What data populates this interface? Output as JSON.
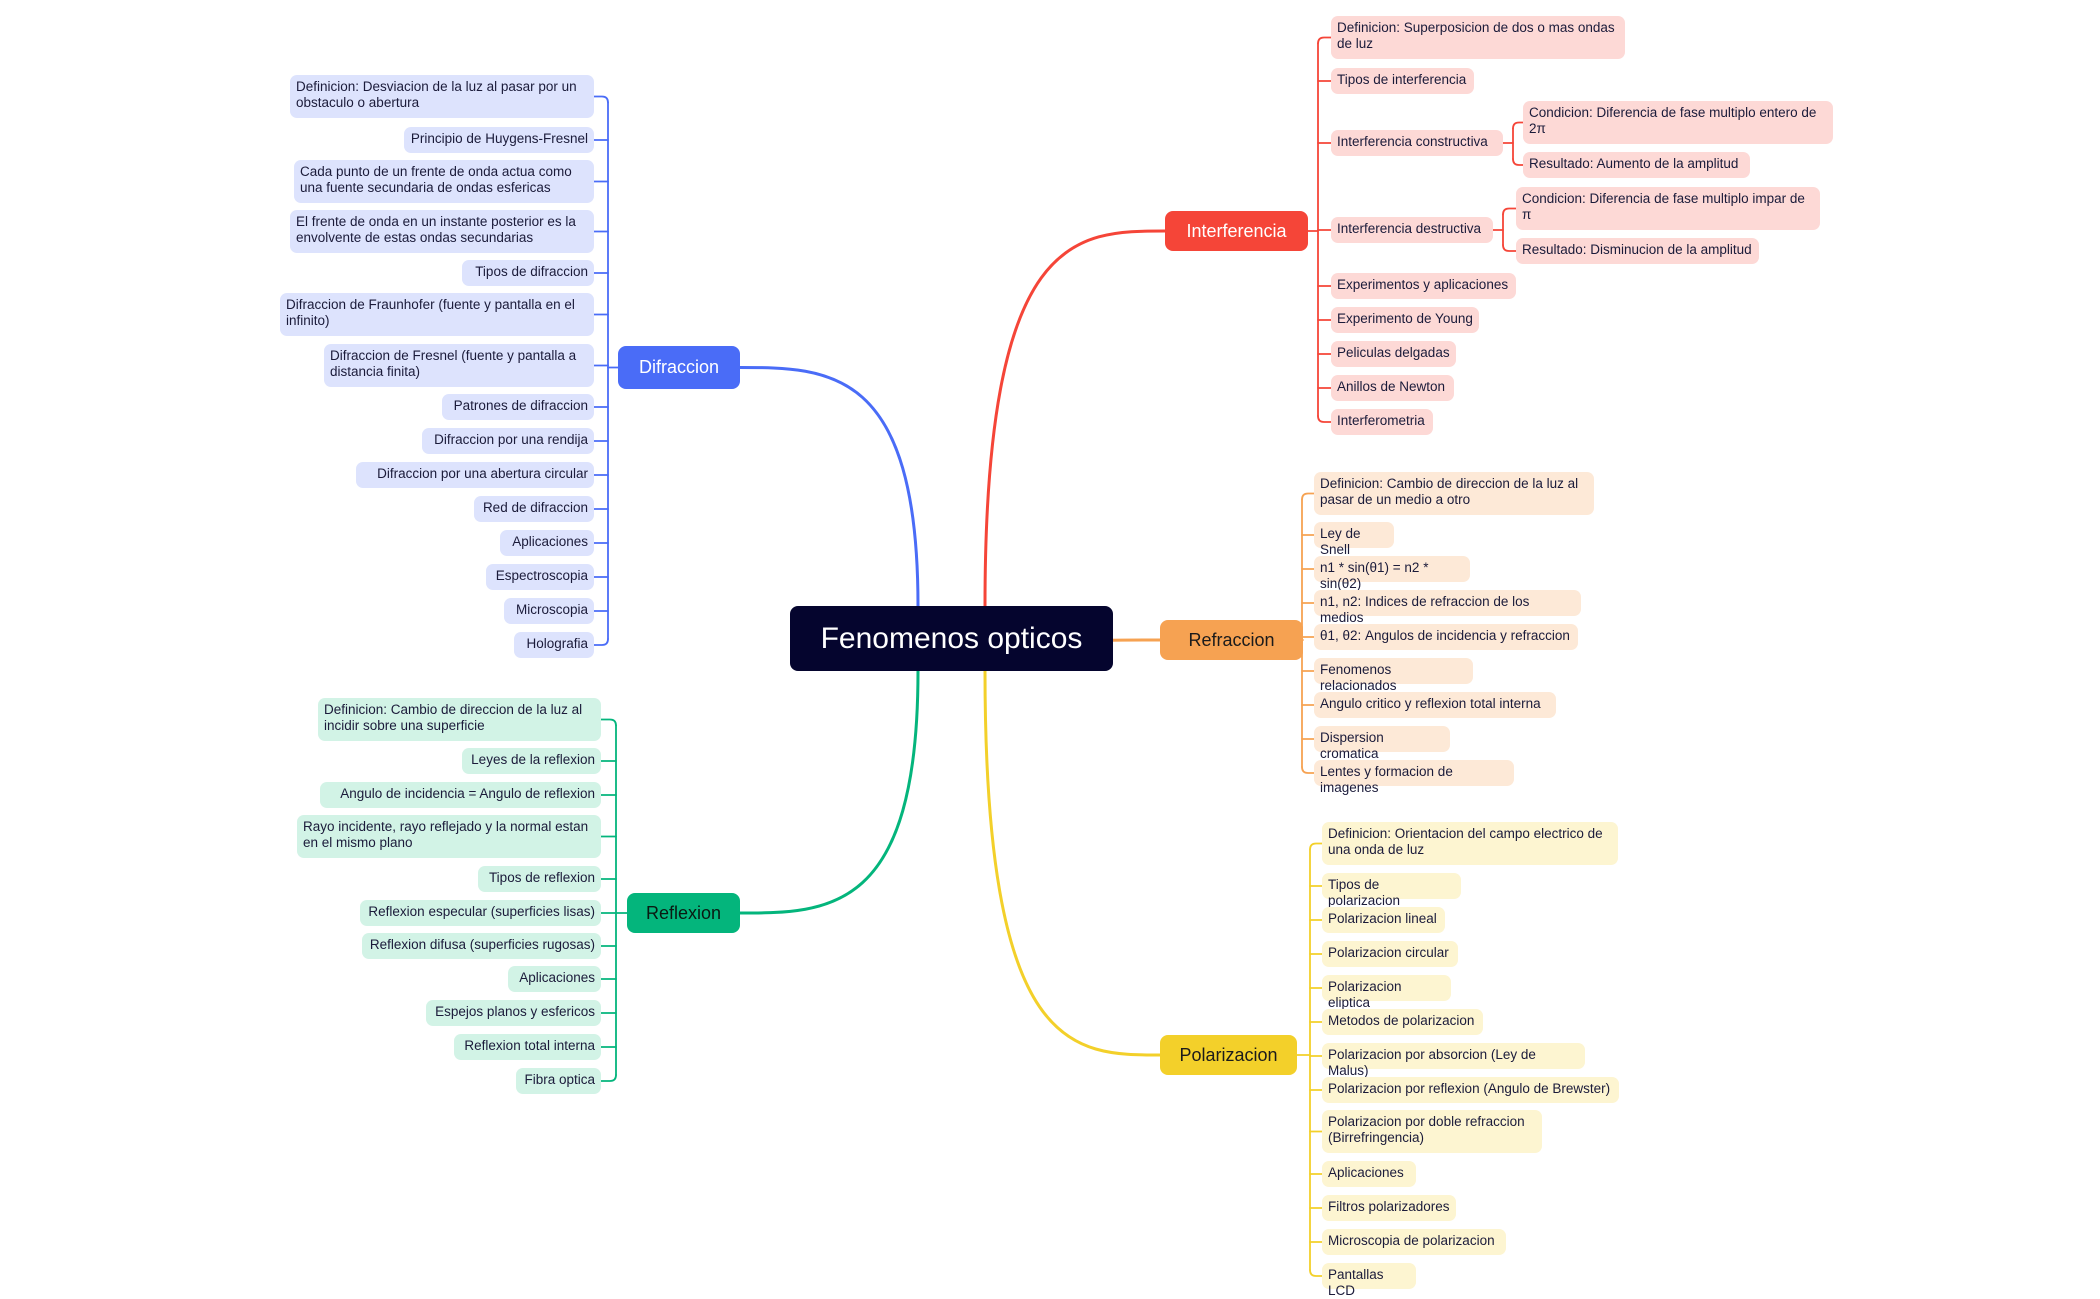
{
  "root": {
    "label": "Fenomenos opticos"
  },
  "colors": {
    "Difraccion": {
      "branch": "#4a6cf7",
      "fill": "#dde3fd",
      "text": "#ffffff"
    },
    "Reflexion": {
      "branch": "#04b57c",
      "fill": "#d2f3e6",
      "text": "#0a1a12"
    },
    "Interferencia": {
      "branch": "#f54538",
      "fill": "#fdd9d6",
      "text": "#ffffff"
    },
    "Refraccion": {
      "branch": "#f6a252",
      "fill": "#fde9d7",
      "text": "#1b1b1b"
    },
    "Polarizacion": {
      "branch": "#f3d02a",
      "fill": "#fdf5d1",
      "text": "#1b1b1b"
    }
  },
  "branches": [
    {
      "id": "Difraccion",
      "label": "Difraccion",
      "items": [
        {
          "label": "Definicion: Desviacion de la luz al pasar por un obstaculo o abertura"
        },
        {
          "label": "Principio de Huygens-Fresnel"
        },
        {
          "label": "Cada punto de un frente de onda actua como una fuente secundaria de ondas esfericas"
        },
        {
          "label": "El frente de onda en un instante posterior es la envolvente de estas ondas secundarias"
        },
        {
          "label": "Tipos de difraccion"
        },
        {
          "label": "Difraccion de Fraunhofer (fuente y pantalla en el infinito)"
        },
        {
          "label": "Difraccion de Fresnel (fuente y pantalla a distancia finita)"
        },
        {
          "label": "Patrones de difraccion"
        },
        {
          "label": "Difraccion por una rendija"
        },
        {
          "label": "Difraccion por una abertura circular"
        },
        {
          "label": "Red de difraccion"
        },
        {
          "label": "Aplicaciones"
        },
        {
          "label": "Espectroscopia"
        },
        {
          "label": "Microscopia"
        },
        {
          "label": "Holografia"
        }
      ]
    },
    {
      "id": "Reflexion",
      "label": "Reflexion",
      "items": [
        {
          "label": "Definicion: Cambio de direccion de la luz al incidir sobre una superficie"
        },
        {
          "label": "Leyes de la reflexion"
        },
        {
          "label": "Angulo de incidencia = Angulo de reflexion"
        },
        {
          "label": "Rayo incidente, rayo reflejado y la normal estan en el mismo plano"
        },
        {
          "label": "Tipos de reflexion"
        },
        {
          "label": "Reflexion especular (superficies lisas)"
        },
        {
          "label": "Reflexion difusa (superficies rugosas)"
        },
        {
          "label": "Aplicaciones"
        },
        {
          "label": "Espejos planos y esfericos"
        },
        {
          "label": "Reflexion total interna"
        },
        {
          "label": "Fibra optica"
        }
      ]
    },
    {
      "id": "Interferencia",
      "label": "Interferencia",
      "items": [
        {
          "label": "Definicion: Superposicion de dos o mas ondas de luz"
        },
        {
          "label": "Tipos de interferencia"
        },
        {
          "label": "Interferencia constructiva",
          "children": [
            {
              "label": "Condicion: Diferencia de fase multiplo entero de 2π"
            },
            {
              "label": "Resultado: Aumento de la amplitud"
            }
          ]
        },
        {
          "label": "Interferencia destructiva",
          "children": [
            {
              "label": "Condicion: Diferencia de fase multiplo impar de π"
            },
            {
              "label": "Resultado: Disminucion de la amplitud"
            }
          ]
        },
        {
          "label": "Experimentos y aplicaciones"
        },
        {
          "label": "Experimento de Young"
        },
        {
          "label": "Peliculas delgadas"
        },
        {
          "label": "Anillos de Newton"
        },
        {
          "label": "Interferometria"
        }
      ]
    },
    {
      "id": "Refraccion",
      "label": "Refraccion",
      "items": [
        {
          "label": "Definicion: Cambio de direccion de la luz al pasar de un medio a otro"
        },
        {
          "label": "Ley de Snell"
        },
        {
          "label": "n1 * sin(θ1) = n2 * sin(θ2)"
        },
        {
          "label": "n1, n2: Indices de refraccion de los medios"
        },
        {
          "label": "θ1, θ2: Angulos de incidencia y refraccion"
        },
        {
          "label": "Fenomenos relacionados"
        },
        {
          "label": "Angulo critico y reflexion total interna"
        },
        {
          "label": "Dispersion cromatica"
        },
        {
          "label": "Lentes y formacion de imagenes"
        }
      ]
    },
    {
      "id": "Polarizacion",
      "label": "Polarizacion",
      "items": [
        {
          "label": "Definicion: Orientacion del campo electrico de una onda de luz"
        },
        {
          "label": "Tipos de polarizacion"
        },
        {
          "label": "Polarizacion lineal"
        },
        {
          "label": "Polarizacion circular"
        },
        {
          "label": "Polarizacion eliptica"
        },
        {
          "label": "Metodos de polarizacion"
        },
        {
          "label": "Polarizacion por absorcion (Ley de Malus)"
        },
        {
          "label": "Polarizacion por reflexion (Angulo de Brewster)"
        },
        {
          "label": "Polarizacion por doble refraccion (Birrefringencia)"
        },
        {
          "label": "Aplicaciones"
        },
        {
          "label": "Filtros polarizadores"
        },
        {
          "label": "Microscopia de polarizacion"
        },
        {
          "label": "Pantallas LCD"
        }
      ]
    }
  ]
}
